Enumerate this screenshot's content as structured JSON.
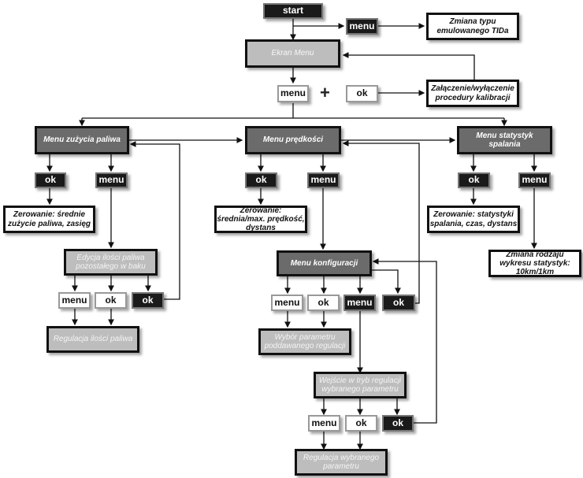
{
  "nodes": {
    "start": "start",
    "start_menu": "menu",
    "zmiana_typu": "Zmiana typu emulowanego TIDa",
    "ekran_menu": "Ekran Menu",
    "combo_menu": "menu",
    "combo_plus": "+",
    "combo_ok": "ok",
    "kalibracja": "Załączenie/wyłączenie procedury kalibracji",
    "menu_zuzycia": "Menu zużycia paliwa",
    "menu_predkosci": "Menu prędkości",
    "menu_statystyk": "Menu statystyk spalania",
    "zuz_ok": "ok",
    "zuz_menu": "menu",
    "zuz_zerowanie": "Zerowanie: średnie zużycie paliwa, zasięg",
    "pred_ok": "ok",
    "pred_menu": "menu",
    "pred_zerowanie": "Zerowanie: średnia/max. prędkość, dystans",
    "stat_ok": "ok",
    "stat_menu": "menu",
    "stat_zerowanie": "Zerowanie: statystyki spalania, czas, dystans",
    "stat_wykres": "Zmiana rodzaju wykresu statystyk: 10km/1km",
    "edycja_paliwa": "Edycja ilości paliwa pozostałego w baku",
    "edy_menu": "menu",
    "edy_ok": "ok",
    "edy_ok_black": "ok",
    "regulacja_paliwa": "Regulacja ilości paliwa",
    "menu_konfiguracji": "Menu konfiguracji",
    "konf_menu_white": "menu",
    "konf_ok_white": "ok",
    "konf_menu_black": "menu",
    "konf_ok_black": "ok",
    "wybor_parametru": "Wybór parametru poddawanego regulacji",
    "wejscie_regulacji": "Wejście w tryb regulacji wybranego parametru",
    "wej_menu": "menu",
    "wej_ok": "ok",
    "wej_ok_black": "ok",
    "regulacja_parametru": "Regulacja wybranego parametru"
  }
}
